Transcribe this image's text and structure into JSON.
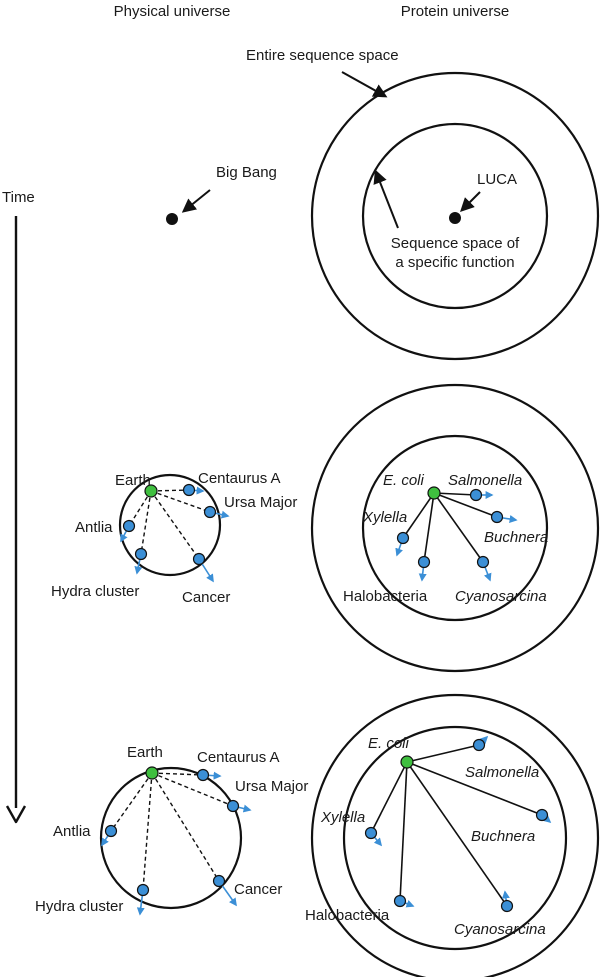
{
  "headers": {
    "physical": "Physical universe",
    "protein": "Protein universe"
  },
  "time_label": "Time",
  "top": {
    "sequence_space": "Entire sequence space",
    "big_bang": "Big Bang",
    "luca": "LUCA",
    "function_space_line1": "Sequence space of",
    "function_space_line2": "a specific function"
  },
  "physical_names": {
    "earth": "Earth",
    "centaurus": "Centaurus A",
    "ursa": "Ursa Major",
    "antlia": "Antlia",
    "hydra": "Hydra cluster",
    "cancer": "Cancer"
  },
  "protein_names": {
    "ecoli": "E. coli",
    "salmonella": "Salmonella",
    "xylella": "Xylella",
    "buchnera": "Buchnera",
    "halobacteria": "Halobacteria",
    "cyanosarcina": "Cyanosarcina"
  },
  "colors": {
    "line": "#111111",
    "node_blue": "#3b8fd6",
    "node_green": "#3fbf3f",
    "arrow_blue": "#3b8fd6"
  }
}
